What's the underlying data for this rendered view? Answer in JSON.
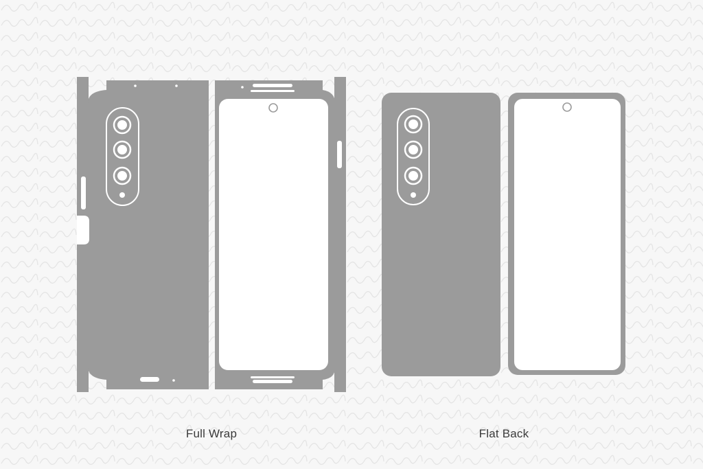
{
  "colors": {
    "background": "#f7f7f7",
    "watermark": "#e6e6e6",
    "template_fill": "#9b9b9b",
    "cutout_line": "#ffffff"
  },
  "layouts": [
    {
      "label": "Full Wrap",
      "pieces": [
        "left-side-strip",
        "back-panel",
        "front-panel",
        "right-side-strip"
      ]
    },
    {
      "label": "Flat Back",
      "pieces": [
        "back-panel",
        "front-panel"
      ]
    }
  ]
}
